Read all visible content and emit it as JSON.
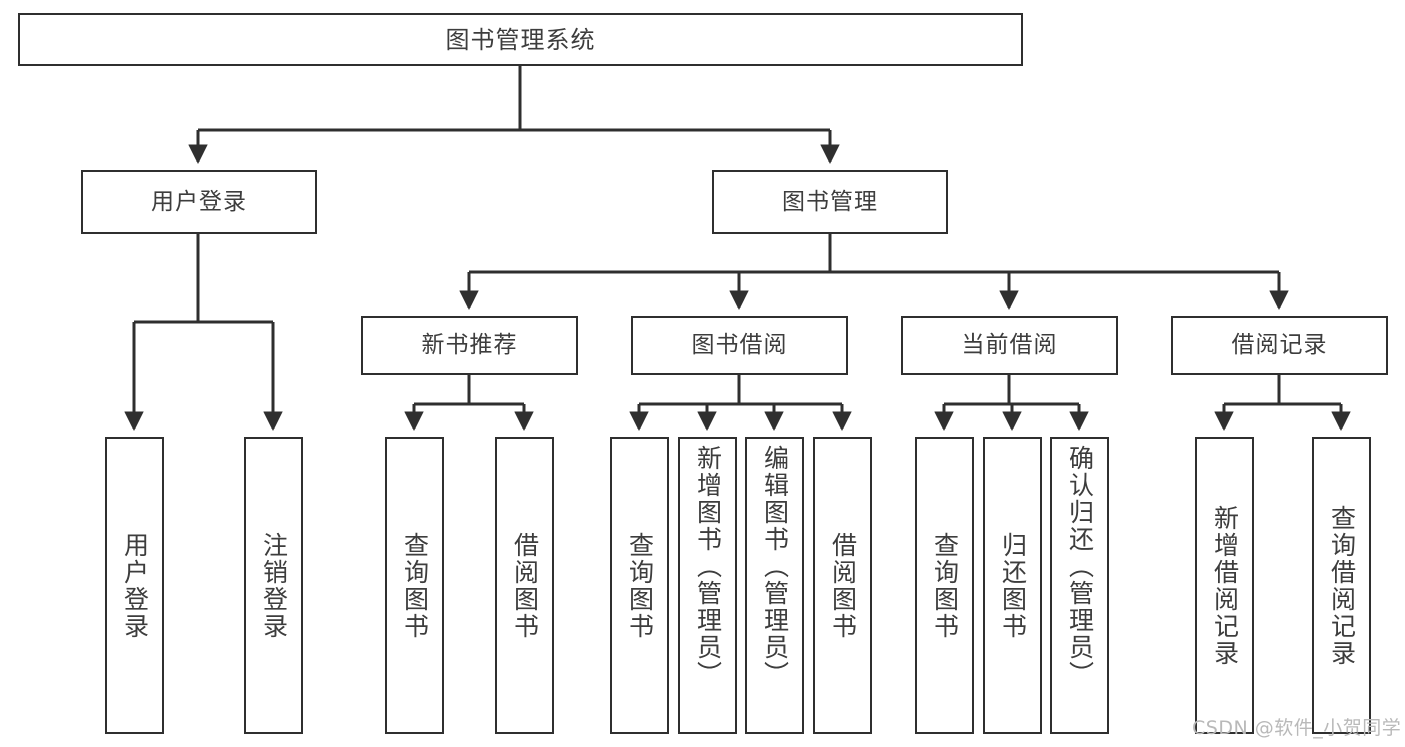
{
  "diagram": {
    "type": "tree",
    "title": "图书管理系统",
    "theme": {
      "background": "#ffffff",
      "box_border": "#2f2f2f",
      "box_fill": "#ffffff",
      "text": "#3d3d3d",
      "connector": "#2f2f2f",
      "watermark": "#b9b9b9"
    },
    "root": {
      "label": "图书管理系统"
    },
    "level2": [
      {
        "id": "user-login",
        "label": "用户登录"
      },
      {
        "id": "book-manage",
        "label": "图书管理"
      }
    ],
    "level3": [
      {
        "id": "new-book-rec",
        "label": "新书推荐"
      },
      {
        "id": "book-borrow",
        "label": "图书借阅"
      },
      {
        "id": "current-borrow",
        "label": "当前借阅"
      },
      {
        "id": "borrow-record",
        "label": "借阅记录"
      }
    ],
    "leaves": {
      "user-login": [
        {
          "id": "leaf-user-login",
          "label": "用户登录"
        },
        {
          "id": "leaf-logout",
          "label": "注销登录"
        }
      ],
      "new-book-rec": [
        {
          "id": "leaf-query-book-1",
          "label": "查询图书"
        },
        {
          "id": "leaf-borrow-book-1",
          "label": "借阅图书"
        }
      ],
      "book-borrow": [
        {
          "id": "leaf-query-book-2",
          "label": "查询图书"
        },
        {
          "id": "leaf-add-book",
          "label": "新增图书（管理员）"
        },
        {
          "id": "leaf-edit-book",
          "label": "编辑图书（管理员）"
        },
        {
          "id": "leaf-borrow-book-2",
          "label": "借阅图书"
        }
      ],
      "current-borrow": [
        {
          "id": "leaf-query-book-3",
          "label": "查询图书"
        },
        {
          "id": "leaf-return-book",
          "label": "归还图书"
        },
        {
          "id": "leaf-confirm-return",
          "label": "确认归还（管理员）"
        }
      ],
      "borrow-record": [
        {
          "id": "leaf-add-record",
          "label": "新增借阅记录"
        },
        {
          "id": "leaf-query-record",
          "label": "查询借阅记录"
        }
      ]
    },
    "watermark": "CSDN @软件_小贺同学"
  }
}
